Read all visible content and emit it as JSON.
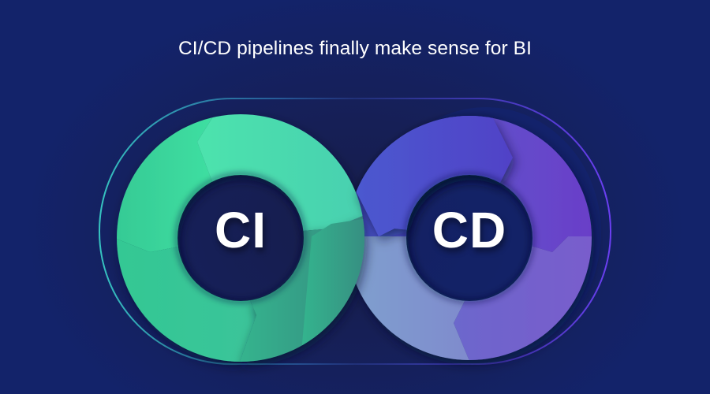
{
  "headline": "CI/CD pipelines finally make sense for BI",
  "diagram": {
    "type": "infinity-loop",
    "left_ring": {
      "label": "CI",
      "colors": [
        "#3ddc9d",
        "#48dfaa",
        "#36c08e",
        "#2f9683"
      ]
    },
    "right_ring": {
      "label": "CD",
      "colors": [
        "#4c4fc9",
        "#6448c9",
        "#7160c8",
        "#7b94cc"
      ]
    },
    "outline_colors": {
      "left": "#2fb8b8",
      "right": "#6a3df0"
    }
  },
  "theme": {
    "background": "#13236a",
    "background_center": "#171d4b",
    "text": "#ffffff"
  }
}
